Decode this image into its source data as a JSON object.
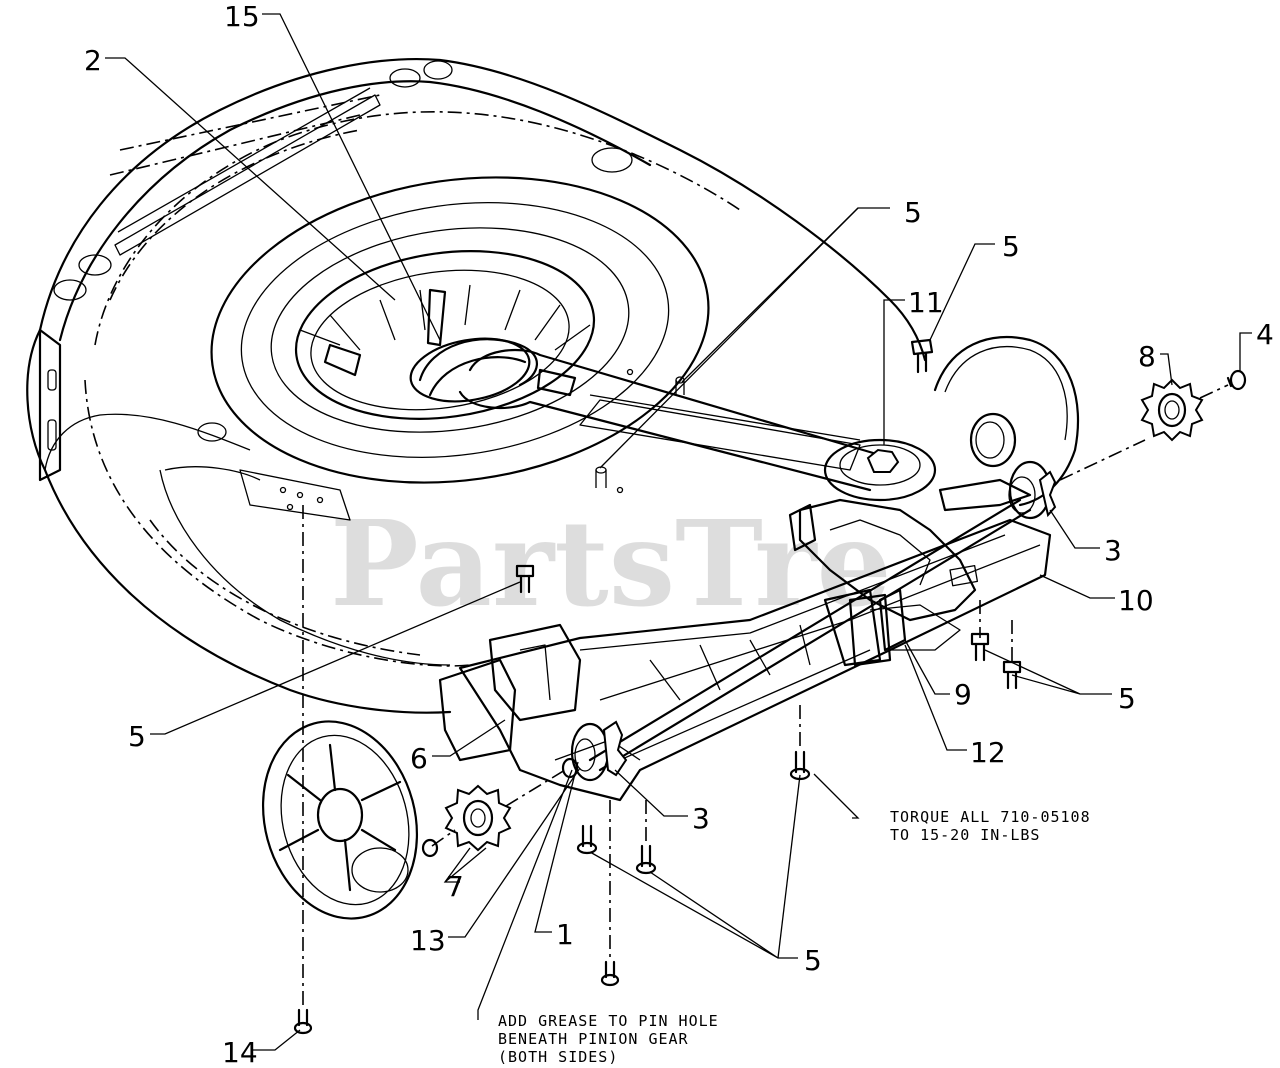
{
  "watermark": "PartsTre",
  "callouts": {
    "c15": "15",
    "c2": "2",
    "c5a": "5",
    "c5b": "5",
    "c11": "11",
    "c4": "4",
    "c8": "8",
    "c3a": "3",
    "c10": "10",
    "c5c": "5",
    "c9": "9",
    "c12": "12",
    "c5d": "5",
    "c6": "6",
    "c3b": "3",
    "c7": "7",
    "c13": "13",
    "c1": "1",
    "c5e": "5",
    "c14": "14"
  },
  "notes": {
    "torque_line1": "TORQUE ALL 710-05108",
    "torque_line2": "TO 15-20 IN-LBS",
    "grease_line1": "ADD GREASE TO PIN HOLE",
    "grease_line2": "BENEATH PINION GEAR",
    "grease_line3": "(BOTH SIDES)"
  }
}
